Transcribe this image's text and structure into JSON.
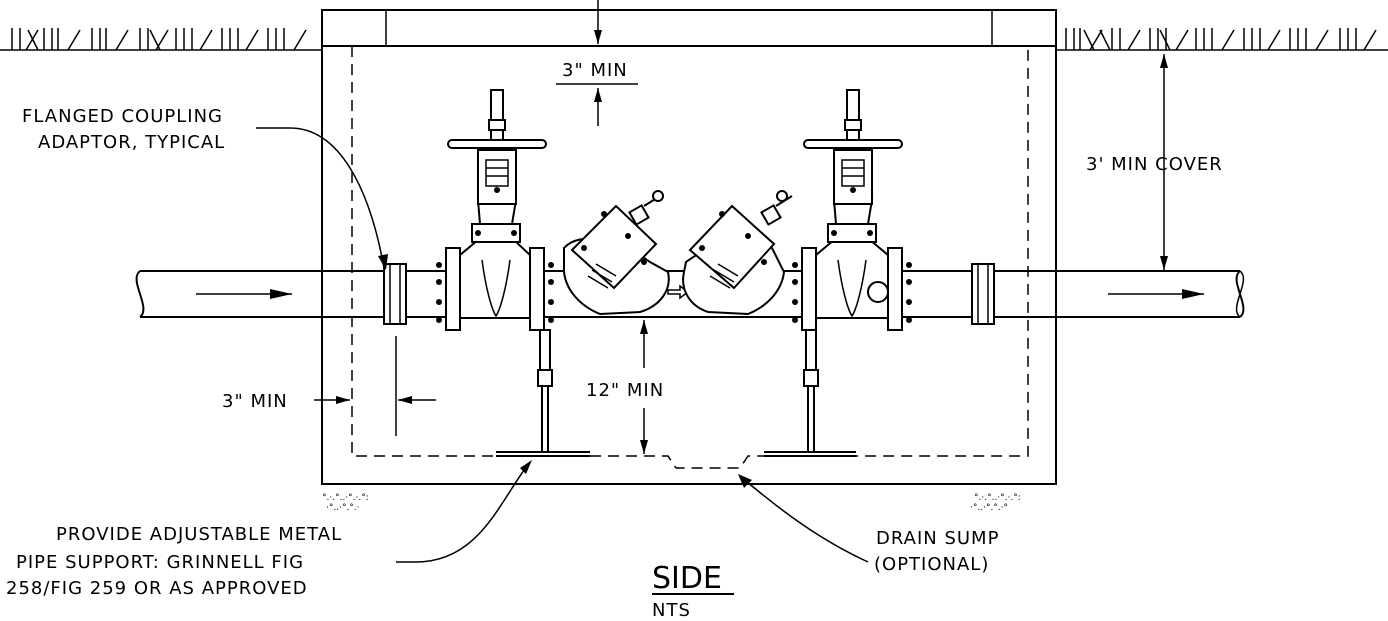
{
  "labels": {
    "coupling_line1": "FLANGED COUPLING",
    "coupling_line2": "ADAPTOR, TYPICAL",
    "top_clearance": "3\" MIN",
    "cover": "3' MIN COVER",
    "side_clearance": "3\" MIN",
    "bottom_clearance": "12\" MIN",
    "support_line1": "PROVIDE ADJUSTABLE METAL",
    "support_line2": "PIPE SUPPORT: GRINNELL FIG",
    "support_line3": "258/FIG 259 OR AS APPROVED",
    "sump_line1": "DRAIN SUMP",
    "sump_line2": "(OPTIONAL)",
    "view_title": "SIDE",
    "scale": "NTS"
  }
}
